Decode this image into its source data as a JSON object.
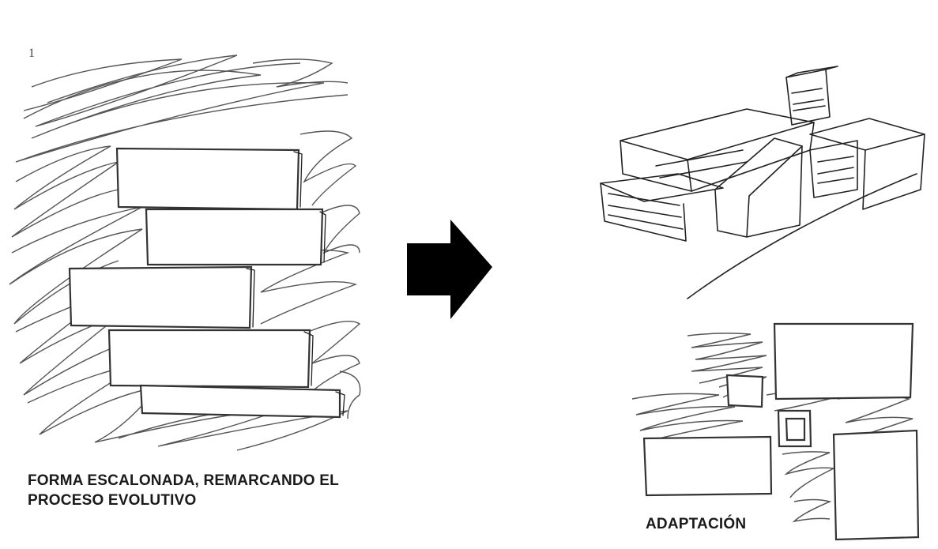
{
  "captions": {
    "left_line1": "FORMA ESCALONADA, REMARCANDO EL",
    "left_line2": "PROCESO EVOLUTIVO",
    "right": "ADAPTACIÓN"
  },
  "sketch_marks": {
    "corner_numeral": "1"
  },
  "icons": {
    "arrow": "right-arrow-icon"
  },
  "colors": {
    "ink": "#222222",
    "arrow": "#000000",
    "caption": "#1a1a1a"
  }
}
